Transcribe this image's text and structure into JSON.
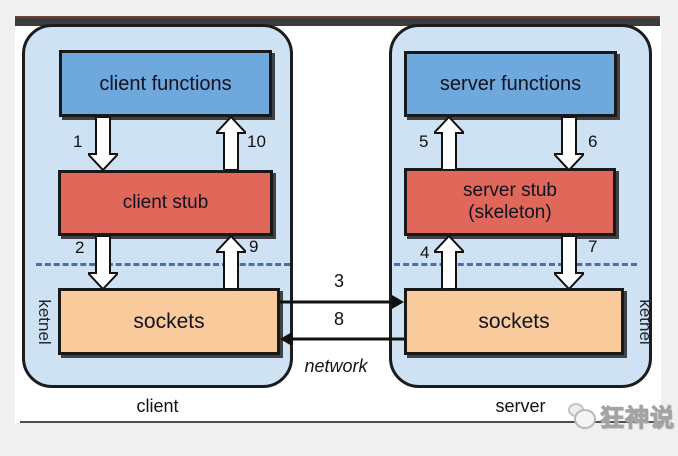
{
  "colors": {
    "page_background": "#f0f0f0",
    "panel_background": "#ffffff",
    "container_fill": "#cfe2f3",
    "container_border": "#1c1c1c",
    "functions_box_fill": "#6fa8dc",
    "stub_box_fill": "#e0685a",
    "sockets_box_fill": "#f9cb9c",
    "kernel_divider_color": "#4a6fae",
    "block_arrow_fill": "#ffffff",
    "block_arrow_outline": "#111111"
  },
  "client": {
    "caption": "client",
    "kernel_label": "ketnel",
    "functions_box": "client functions",
    "stub_box": "client stub",
    "sockets_box": "sockets",
    "arrows": {
      "a1": "1",
      "a2": "2",
      "a9": "9",
      "a10": "10"
    }
  },
  "server": {
    "caption": "server",
    "kernel_label": "ketnel",
    "functions_box": "server functions",
    "stub_box_line1": "server stub",
    "stub_box_line2": "(skeleton)",
    "sockets_box": "sockets",
    "arrows": {
      "a4": "4",
      "a5": "5",
      "a6": "6",
      "a7": "7"
    }
  },
  "network": {
    "request_arrow": "3",
    "response_arrow": "8",
    "caption": "network"
  },
  "watermark": {
    "text": "狂神说"
  }
}
